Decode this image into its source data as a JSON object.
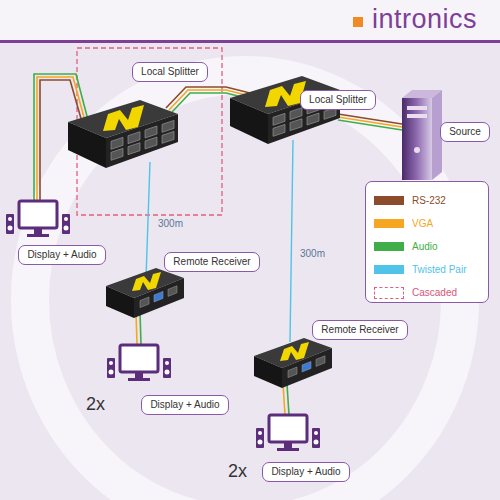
{
  "diagram": {
    "nodes": [
      {
        "text": [
          "Local Splitter"
        ]
      },
      {
        "text": [
          "Local Splitter"
        ]
      },
      {
        "text": [
          "Source"
        ]
      },
      {
        "text": [
          "Display + Audio"
        ]
      },
      {
        "text": [
          "Remote Receiver"
        ]
      },
      {
        "text": [
          "Remote Receiver"
        ]
      },
      {
        "text": [
          "Display + Audio"
        ]
      },
      {
        "text": [
          "Display + Audio"
        ]
      }
    ],
    "labels": [
      "intronics",
      "300m",
      "300m",
      "2x",
      "2x"
    ],
    "legend": [
      {
        "text": "RS-232",
        "color": "#8c4b2a"
      },
      {
        "text": "VGA",
        "color": "#f5a623"
      },
      {
        "text": "Audio",
        "color": "#3fae49"
      },
      {
        "text": "Twisted Pair",
        "color": "#4fc3e8"
      },
      {
        "text": "Cascaded"
      }
    ]
  }
}
